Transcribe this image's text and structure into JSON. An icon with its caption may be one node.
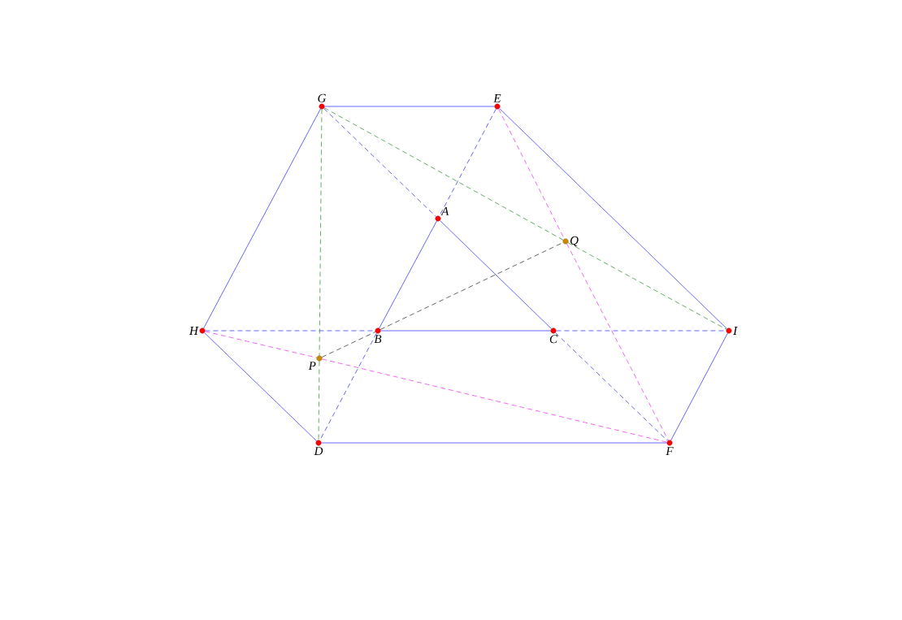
{
  "diagram": {
    "nodes": [
      {
        "text": [
          "G"
        ]
      },
      {
        "text": [
          "E"
        ]
      },
      {
        "text": [
          "A"
        ]
      },
      {
        "text": [
          "Q"
        ]
      },
      {
        "text": [
          "H"
        ]
      },
      {
        "text": [
          "B"
        ]
      },
      {
        "text": [
          "C"
        ]
      },
      {
        "text": [
          "I"
        ]
      },
      {
        "text": [
          "P"
        ]
      },
      {
        "text": [
          "D"
        ]
      },
      {
        "text": [
          "F"
        ]
      }
    ],
    "edges": [
      {
        "from": 0,
        "to": 1,
        "arrow": "none"
      },
      {
        "from": 1,
        "to": 7,
        "arrow": "none"
      },
      {
        "from": 7,
        "to": 10,
        "arrow": "none"
      },
      {
        "from": 10,
        "to": 9,
        "arrow": "none"
      },
      {
        "from": 9,
        "to": 4,
        "arrow": "none"
      },
      {
        "from": 4,
        "to": 0,
        "arrow": "none"
      },
      {
        "from": 2,
        "to": 5,
        "arrow": "none"
      },
      {
        "from": 5,
        "to": 6,
        "arrow": "none"
      },
      {
        "from": 6,
        "to": 2,
        "arrow": "none"
      },
      {
        "from": 0,
        "to": 2,
        "arrow": "none",
        "style": "dashed"
      },
      {
        "from": 6,
        "to": 10,
        "arrow": "none",
        "style": "dashed"
      },
      {
        "from": 1,
        "to": 2,
        "arrow": "none",
        "style": "dashed"
      },
      {
        "from": 5,
        "to": 9,
        "arrow": "none",
        "style": "dashed"
      },
      {
        "from": 4,
        "to": 5,
        "arrow": "none",
        "style": "dashed"
      },
      {
        "from": 6,
        "to": 7,
        "arrow": "none",
        "style": "dashed"
      },
      {
        "from": 0,
        "to": 8,
        "arrow": "none",
        "style": "dashed",
        "color": "#007700"
      },
      {
        "from": 8,
        "to": 9,
        "arrow": "none",
        "style": "dashed",
        "color": "#007700"
      },
      {
        "from": 0,
        "to": 3,
        "arrow": "none",
        "style": "dashed",
        "color": "#007700"
      },
      {
        "from": 3,
        "to": 7,
        "arrow": "none",
        "style": "dashed",
        "color": "#007700"
      },
      {
        "from": 1,
        "to": 3,
        "arrow": "none",
        "style": "dashed",
        "color": "#ee00ee"
      },
      {
        "from": 3,
        "to": 10,
        "arrow": "none",
        "style": "dashed",
        "color": "#ee00ee"
      },
      {
        "from": 4,
        "to": 8,
        "arrow": "none",
        "style": "dashed",
        "color": "#ee00ee"
      },
      {
        "from": 8,
        "to": 10,
        "arrow": "none",
        "style": "dashed",
        "color": "#ee00ee"
      },
      {
        "from": 8,
        "to": 5,
        "arrow": "none",
        "style": "dashed",
        "color": "#000000"
      },
      {
        "from": 5,
        "to": 3,
        "arrow": "none",
        "style": "dashed",
        "color": "#000000"
      }
    ]
  }
}
